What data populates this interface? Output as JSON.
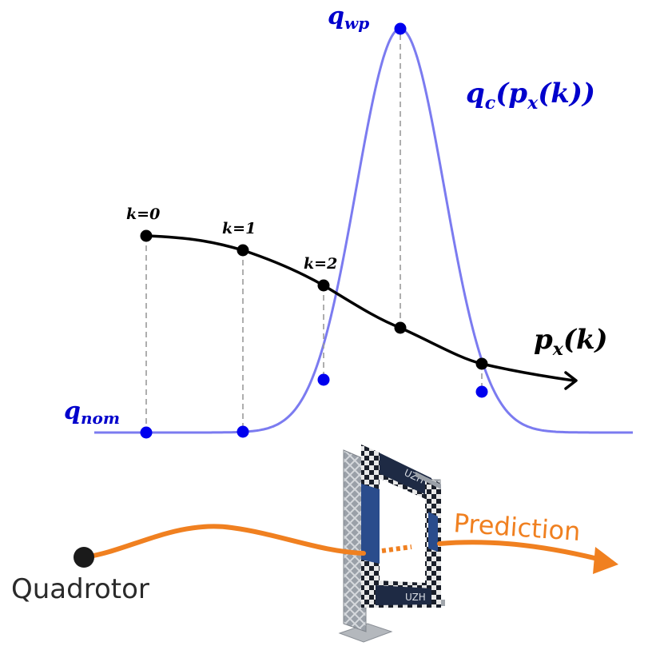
{
  "labels": {
    "q_wp": {
      "main": "q",
      "sub": "wp"
    },
    "q_nom": {
      "main": "q",
      "sub": "nom"
    },
    "q_c": {
      "main": "q",
      "sub": "c",
      "open": "(",
      "p": "p",
      "p_sub": "x",
      "arg": "(k))"
    },
    "p_x": {
      "main": "p",
      "sub": "x",
      "arg": "(k)"
    },
    "k0": "k=0",
    "k1": "k=1",
    "k2": "k=2",
    "quadrotor": "Quadrotor",
    "prediction": "Prediction",
    "gate_text_top": "UZH",
    "gate_text_bottom": "UZH"
  },
  "colors": {
    "cost_curve": "#7b7bf0",
    "cost_points": "#0000ee",
    "trajectory": "#000000",
    "prediction_path": "#f08020",
    "gate_frame": "#b8bcc2",
    "gate_panel": "#1e2a44",
    "gate_banner": "#2a4c8c",
    "label_blue": "#0000cc"
  },
  "icons": {
    "quadrotor": "filled-circle",
    "gate": "racing-gate-truss",
    "arrowhead": "arrow-right"
  }
}
